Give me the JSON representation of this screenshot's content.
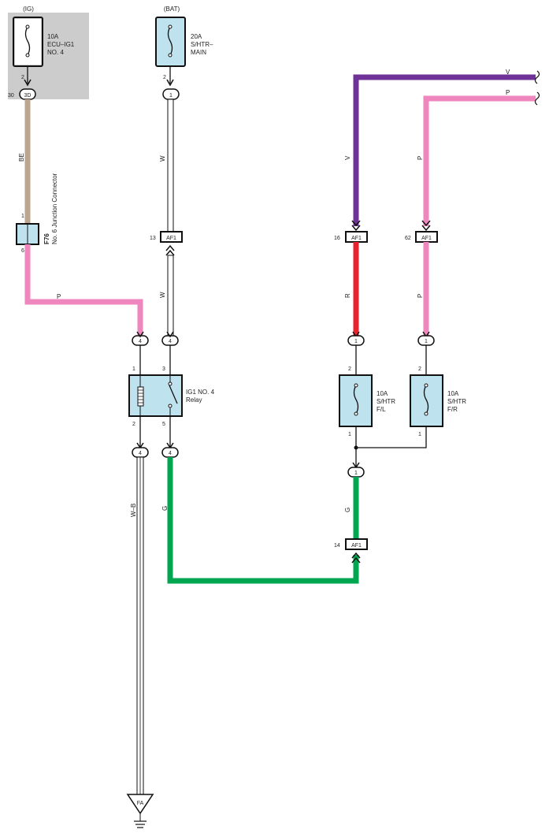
{
  "ig_box": {
    "source": "(IG)",
    "fuse_rating": "10A",
    "fuse_name_1": "ECU–IG1",
    "fuse_name_2": "NO. 4",
    "pin_2": "2",
    "pin_30": "30",
    "conn_3d": "3D"
  },
  "bat": {
    "source": "(BAT)",
    "fuse_rating": "20A",
    "fuse_name_1": "S/HTR–",
    "fuse_name_2": "MAIN",
    "pin_2": "2",
    "conn_1": "1"
  },
  "wire_colors": {
    "BE": "#bba58f",
    "P": "#ef86bd",
    "V": "#6f3296",
    "R": "#e8222e",
    "G": "#00a650",
    "W": "#ffffff",
    "W-B": "#ffffff",
    "box_fill": "#bfe2ef"
  },
  "wire_labels": {
    "be": "BE",
    "p_left": "P",
    "w_top": "W",
    "w_mid": "W",
    "v_top": "V",
    "p_top": "P",
    "v_vert": "V",
    "p_vert": "P",
    "r": "R",
    "p_low": "P",
    "wb": "W–B",
    "g_left": "G",
    "g_right": "G"
  },
  "junction": {
    "id": "F76",
    "name": "No. 6 Junction Connector",
    "pin_1": "1",
    "pin_6": "6"
  },
  "af1": {
    "label": "AF1",
    "pin_13": "13",
    "pin_16": "16",
    "pin_62": "62",
    "pin_14": "14"
  },
  "connectors": {
    "c4a": "4",
    "c4b": "4",
    "c1a": "1",
    "c1b": "1",
    "c4c": "4",
    "c4d": "4",
    "c1c": "1"
  },
  "relay": {
    "name_1": "IG1 NO. 4",
    "name_2": "Relay",
    "pin_1": "1",
    "pin_3": "3",
    "pin_2": "2",
    "pin_5": "5"
  },
  "fuse_fl": {
    "rating": "10A",
    "name_1": "S/HTR",
    "name_2": "F/L",
    "pin_2": "2",
    "pin_1": "1"
  },
  "fuse_fr": {
    "rating": "10A",
    "name_1": "S/HTR",
    "name_2": "F/R",
    "pin_2": "2",
    "pin_1": "1"
  },
  "ground": {
    "label": "FA"
  }
}
